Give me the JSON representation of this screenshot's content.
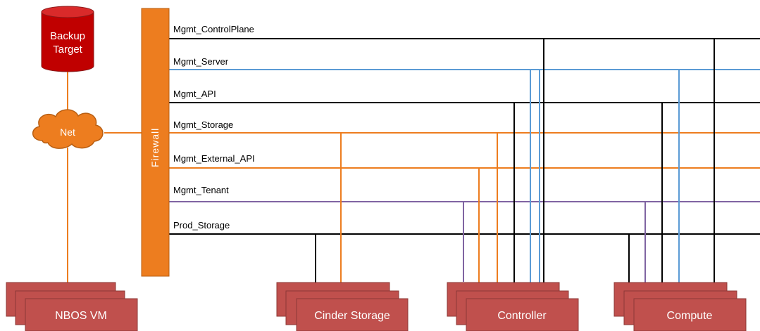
{
  "colors": {
    "orange": "#ED7D1F",
    "blue": "#5B9BD5",
    "purple": "#8064A2",
    "black": "#000000",
    "node_fill": "#C0504D",
    "node_stroke": "#8C3836",
    "db_fill": "#C00000"
  },
  "backup": {
    "line1": "Backup",
    "line2": "Target"
  },
  "cloud": {
    "label": "Net"
  },
  "firewall": {
    "label": "Firewall"
  },
  "networks": [
    {
      "label": "Mgmt_ControlPlane",
      "color": "black"
    },
    {
      "label": "Mgmt_Server",
      "color": "blue"
    },
    {
      "label": "Mgmt_API",
      "color": "black"
    },
    {
      "label": "Mgmt_Storage",
      "color": "orange"
    },
    {
      "label": "Mgmt_External_API",
      "color": "orange"
    },
    {
      "label": "Mgmt_Tenant",
      "color": "purple"
    },
    {
      "label": "Prod_Storage",
      "color": "black"
    }
  ],
  "nodes": {
    "nbos": "NBOS VM",
    "cinder": "Cinder Storage",
    "controller": "Controller",
    "compute": "Compute"
  }
}
